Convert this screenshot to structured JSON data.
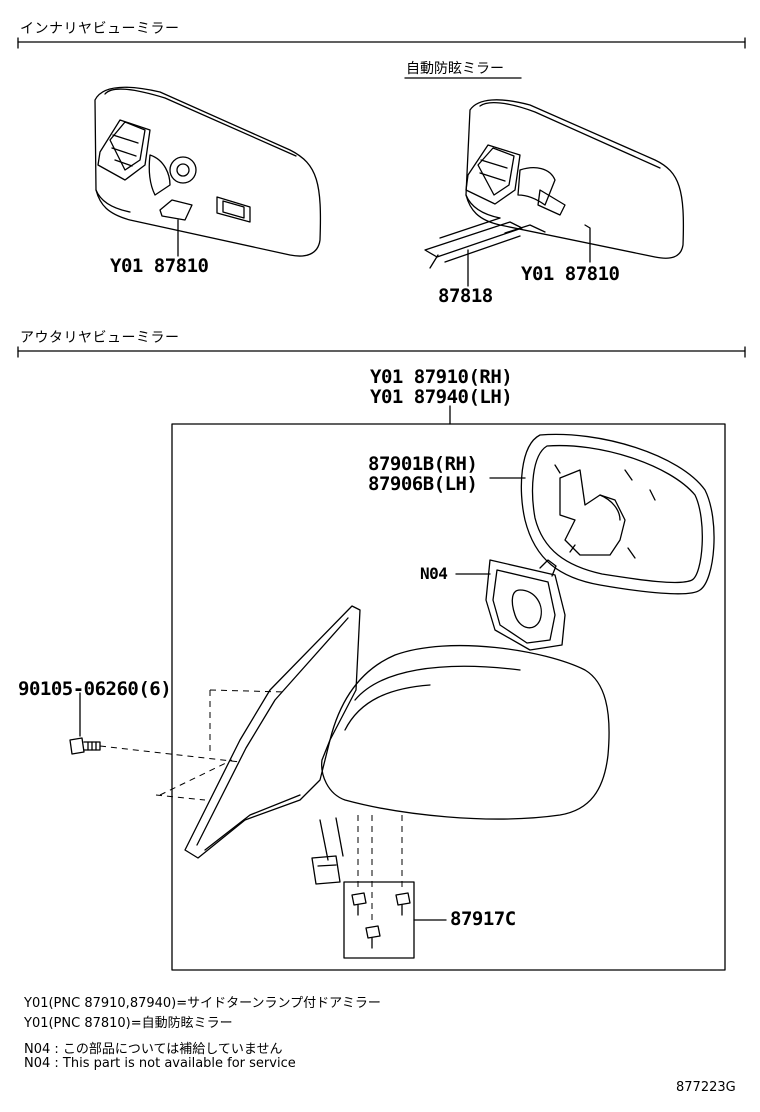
{
  "sections": {
    "inner_title": "インナリヤビューミラー",
    "outer_title": "アウタリヤビューミラー"
  },
  "inner": {
    "auto_dimming_label": "自動防眩ミラー",
    "left_part": "Y01 87810",
    "right_part": "Y01 87810",
    "wire_part": "87818"
  },
  "outer": {
    "assy_rh": "Y01 87910(RH)",
    "assy_lh": "Y01 87940(LH)",
    "glass_rh": "87901B(RH)",
    "glass_lh": "87906B(LH)",
    "holder": "N04",
    "bolt": "90105-06260(6)",
    "screws": "87917C"
  },
  "notes": [
    "Y01(PNC 87910,87940)=サイドターンランプ付ドアミラー",
    "Y01(PNC 87810)=自動防眩ミラー",
    "N04 :  この部品については補給していません",
    "N04 :  This part is not available for service"
  ],
  "figure_id": "877223G"
}
